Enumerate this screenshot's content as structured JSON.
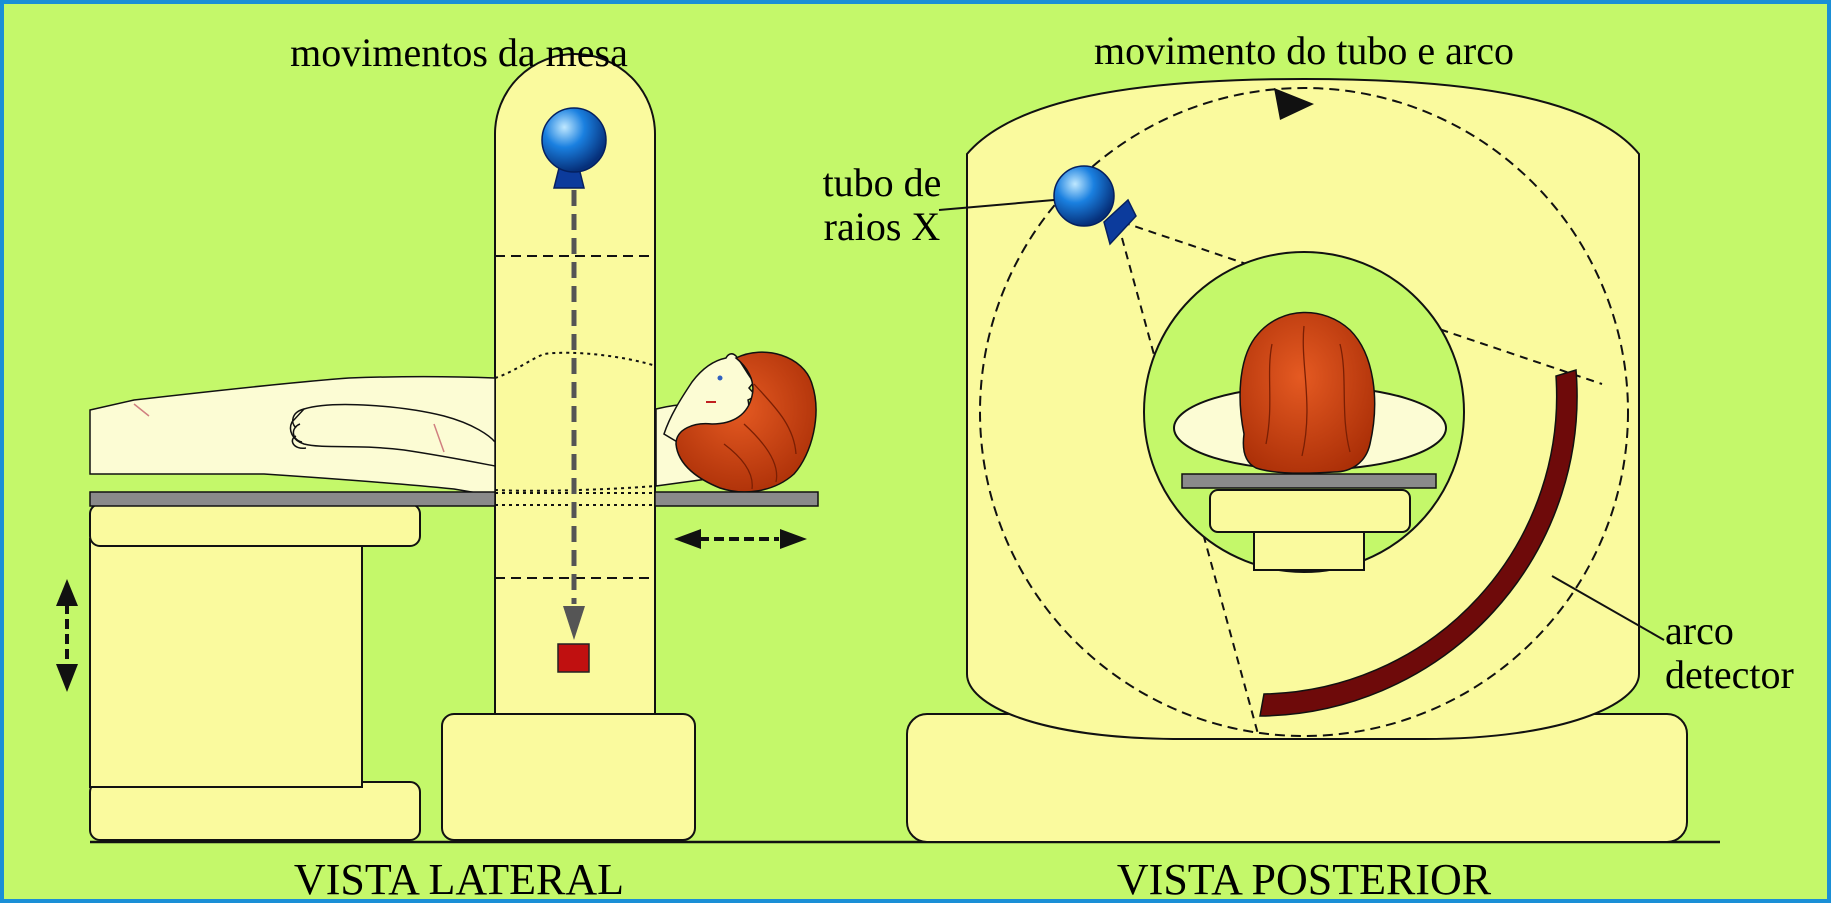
{
  "left": {
    "title": "movimentos da mesa",
    "caption": "VISTA LATERAL"
  },
  "right": {
    "title": "movimento do tubo e arco",
    "tube_label_line1": "tubo de",
    "tube_label_line2": "raios X",
    "detector_label_line1": "arco",
    "detector_label_line2": "detector",
    "caption": "VISTA POSTERIOR"
  },
  "colors": {
    "background": "#c4f86a",
    "frame": "#1a8fd6",
    "machine": "#fafa9e",
    "table_top": "#8a8a8a",
    "hair": "#c83c0e",
    "detector": "#6e0a0a",
    "tube": "#1a80e0",
    "focus": "#c01010"
  }
}
